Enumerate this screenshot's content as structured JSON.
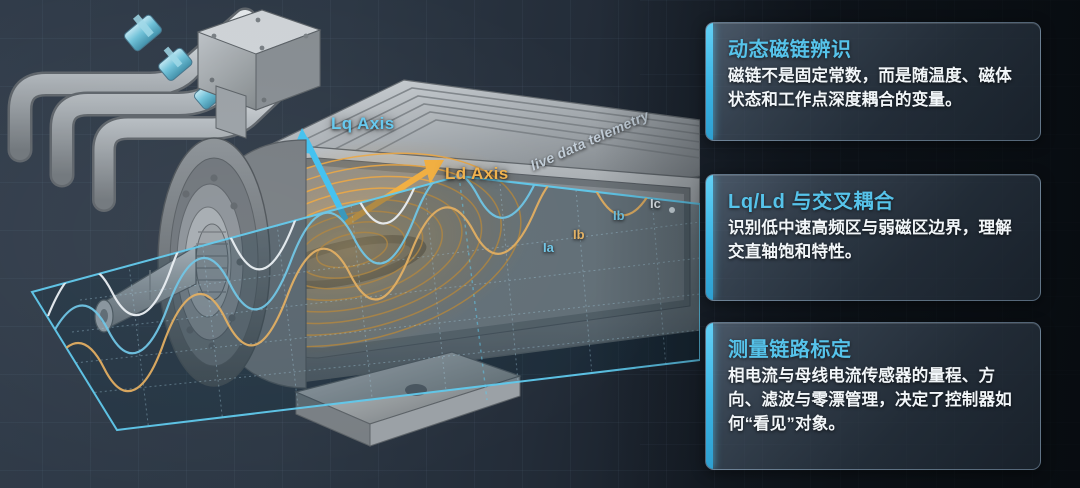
{
  "scene": {
    "diagram_title": "electric-motor-cutaway-with-flux-lines",
    "axes": [
      {
        "id": "lq",
        "label": "Lq Axis",
        "color": "#63c8ef"
      },
      {
        "id": "ld",
        "label": "Ld Axis",
        "color": "#f0b04a"
      }
    ],
    "telemetry_caption": "live data telemetry",
    "waveform_labels": [
      {
        "label": "Ia",
        "color": "#6fc5e6"
      },
      {
        "label": "Ib",
        "color": "#e3b163"
      },
      {
        "label": "Ib",
        "color": "#6fc5e6"
      },
      {
        "label": "Ic",
        "color": "#e6ecf1"
      }
    ]
  },
  "cards": [
    {
      "title": "动态磁链辨识",
      "body": "磁链不是固定常数，而是随温度、磁体状态和工作点深度耦合的变量。"
    },
    {
      "title": "Lq/Ld 与交叉耦合",
      "body": "识别低中速高频区与弱磁区边界，理解交直轴饱和特性。"
    },
    {
      "title": "测量链路标定",
      "body": "相电流与母线电流传感器的量程、方向、滤波与零漂管理，决定了控制器如何“看见”对象。"
    }
  ],
  "colors": {
    "accent_cyan": "#3ab4e4",
    "title_cyan": "#56c3ea",
    "flux_orange": "#e8a33c",
    "background": "#10161c"
  }
}
